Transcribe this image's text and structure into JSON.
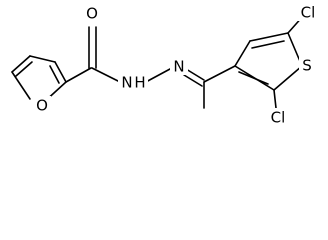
{
  "molecule": {
    "atoms": {
      "o_carbonyl": "O",
      "o_furan": "O",
      "n_amide": "N",
      "h_amide": "H",
      "n_imine": "N",
      "s_thiophene": "S",
      "cl_top": "Cl",
      "cl_bottom": "Cl"
    }
  }
}
